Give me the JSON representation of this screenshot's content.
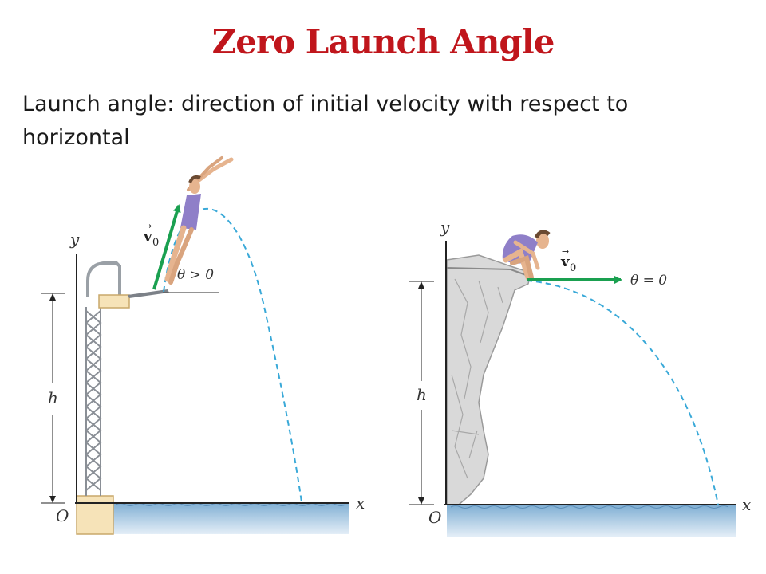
{
  "title": "Zero Launch Angle",
  "body_text": "Launch angle: direction of initial velocity with respect to horizontal",
  "colors": {
    "title": "#c0161c",
    "velocity_arrow": "#1aa050",
    "trajectory": "#3aa9d8",
    "water_top": "#8fb8d8",
    "water_bottom": "#dfeaf5",
    "platform": "#f6e3b8",
    "rock": "#d4d4d4",
    "swimsuit": "#8f7fc8",
    "skin": "#e6b48f"
  },
  "left_panel": {
    "axis_y_label": "y",
    "axis_x_label": "x",
    "origin_label": "O",
    "height_label": "h",
    "velocity_label": "v",
    "velocity_sub": "0",
    "angle_label": "θ > 0"
  },
  "right_panel": {
    "axis_y_label": "y",
    "axis_x_label": "x",
    "origin_label": "O",
    "height_label": "h",
    "velocity_label": "v",
    "velocity_sub": "0",
    "angle_label": "θ = 0"
  }
}
